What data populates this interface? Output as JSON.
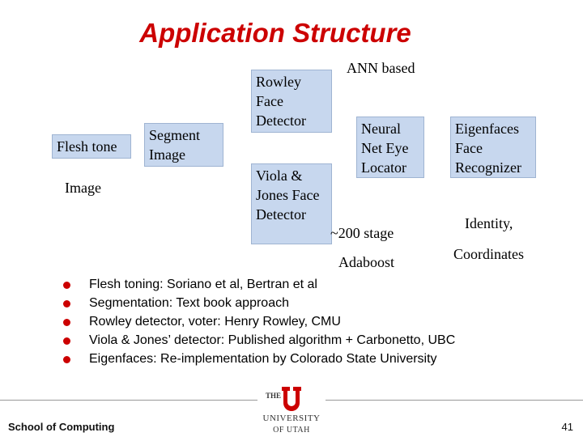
{
  "title": "Application Structure",
  "boxes": {
    "flesh_tone": "Flesh tone",
    "segment_image": "Segment Image",
    "rowley": "Rowley Face Detector",
    "viola_jones": "Viola & Jones Face Detector",
    "neural_net": "Neural Net Eye Locator",
    "eigenfaces": "Eigenfaces Face Recognizer"
  },
  "labels": {
    "image": "Image",
    "ann_based": "ANN based",
    "stage_200": "~200 stage",
    "adaboost": "Adaboost",
    "identity": "Identity,",
    "coordinates": "Coordinates"
  },
  "bullets": [
    "Flesh toning: Soriano et al, Bertran et al",
    "Segmentation: Text book approach",
    "Rowley detector, voter: Henry Rowley, CMU",
    "Viola & Jones’ detector: Published algorithm + Carbonetto, UBC",
    "Eigenfaces: Re-implementation by Colorado State University"
  ],
  "footer": {
    "school": "School of Computing",
    "page": "41",
    "logo_top": "THE",
    "logo_middle": "UNIVERSITY",
    "logo_bottom": "OF UTAH"
  },
  "colors": {
    "title": "#cc0000",
    "box": "#c7d7ee",
    "bullet": "#cc0000",
    "logo": "#cc0000"
  }
}
